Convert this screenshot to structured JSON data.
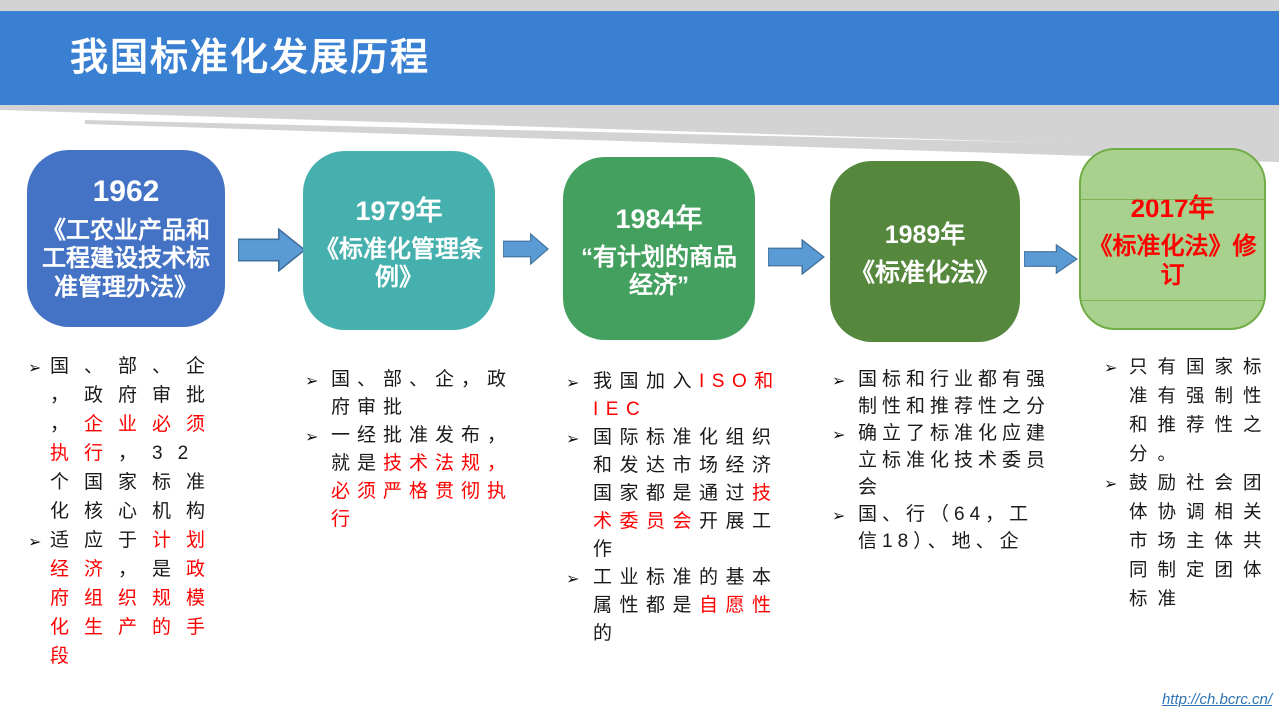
{
  "slide": {
    "title": "我国标准化发展历程",
    "footer_link": "http://ch.bcrc.cn/"
  },
  "colors": {
    "banner_blue": "#3a80d2",
    "gray_band": "#d3d3d3",
    "arrow_fill": "#5b9bd5",
    "arrow_border": "#41719c",
    "highlight_red": "#ff0000",
    "body_black": "#1a1a1a",
    "link_blue": "#2e74b5",
    "box5_border": "#70ad47"
  },
  "bullet_marker": "➢",
  "timeline": [
    {
      "year": "1962",
      "name": "《工农业产品和工程建设技术标准管理办法》",
      "fill": "#4472c4",
      "text_color": "#ffffff",
      "segmented": false,
      "bullets": [
        [
          {
            "t": "国、部、企，政府审批，",
            "c": "black"
          },
          {
            "t": "企业必须执行",
            "c": "red"
          },
          {
            "t": "，32个国家标准化核心机构",
            "c": "black"
          }
        ],
        [
          {
            "t": "适应于",
            "c": "black"
          },
          {
            "t": "计划经济",
            "c": "red"
          },
          {
            "t": "，是",
            "c": "black"
          },
          {
            "t": "政府组织规模化生产的手段",
            "c": "red"
          }
        ]
      ]
    },
    {
      "year": "1979年",
      "name": "《标准化管理条例》",
      "fill": "#45b0ad",
      "text_color": "#ffffff",
      "segmented": false,
      "bullets": [
        [
          {
            "t": "国、部、企，政府审批",
            "c": "black"
          }
        ],
        [
          {
            "t": "一经批准发布，就是",
            "c": "black"
          },
          {
            "t": "技术法规，必须严格贯彻执行",
            "c": "red"
          }
        ]
      ]
    },
    {
      "year": "1984年",
      "name": "“有计划的商品经济”",
      "fill": "#43a05e",
      "text_color": "#ffffff",
      "segmented": false,
      "bullets": [
        [
          {
            "t": "我国加入",
            "c": "black"
          },
          {
            "t": "ISO和IEC",
            "c": "red"
          }
        ],
        [
          {
            "t": "国际标准化组织和发达市场经济国家都是通过",
            "c": "black"
          },
          {
            "t": "技术委员会",
            "c": "red"
          },
          {
            "t": "开展工作",
            "c": "black"
          }
        ],
        [
          {
            "t": "工业标准的基本属性都是",
            "c": "black"
          },
          {
            "t": "自愿性",
            "c": "red"
          },
          {
            "t": "的",
            "c": "black"
          }
        ]
      ]
    },
    {
      "year": "1989年",
      "name": "《标准化法》",
      "fill": "#55883d",
      "text_color": "#ffffff",
      "segmented": false,
      "bullets": [
        [
          {
            "t": "国标和行业都有强制性和推荐性之分",
            "c": "black"
          }
        ],
        [
          {
            "t": "确立了标准化应建立标准化技术委员会",
            "c": "black"
          }
        ],
        [
          {
            "t": "国、行（64，工信18）、地、企",
            "c": "black"
          }
        ]
      ]
    },
    {
      "year": "2017年",
      "name": "《标准化法》修订",
      "fill": "#a9d18e",
      "border": "#70ad47",
      "text_color": "#ff0000",
      "segmented": true,
      "bullets": [
        [
          {
            "t": "只有国家标准有强制性和推荐性之分。",
            "c": "black"
          }
        ],
        [
          {
            "t": "鼓励社会团体协调相关市场主体共同制定团体标准",
            "c": "black"
          }
        ]
      ]
    }
  ]
}
